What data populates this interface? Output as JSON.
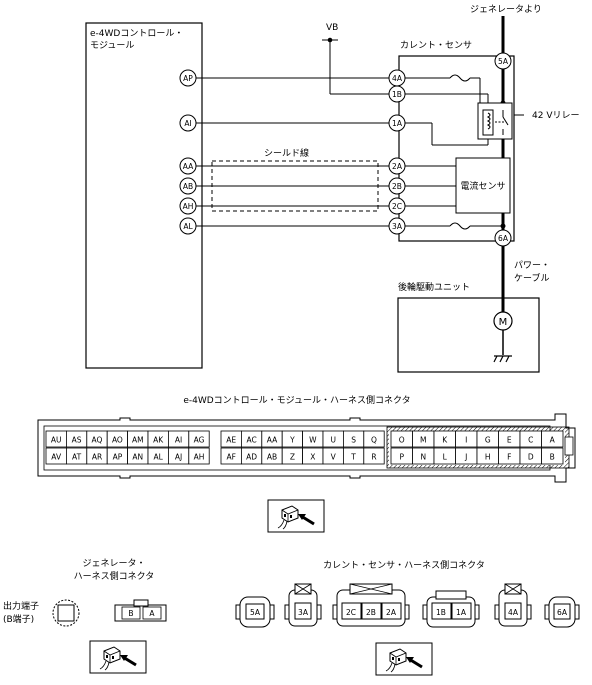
{
  "module": {
    "title_line1": "e-4WDコントロール・",
    "title_line2": "モジュール",
    "pins": [
      "AP",
      "AI",
      "AA",
      "AB",
      "AH",
      "AL"
    ]
  },
  "labels": {
    "generator_from": "ジェネレータより",
    "vb": "VB",
    "current_sensor": "カレント・センサ",
    "relay_42v": "42 Vリレー",
    "shield_wire": "シールド線",
    "current_sensor_inner": "電流センサ",
    "power_cable_line1": "パワー・",
    "power_cable_line2": "ケーブル",
    "rear_drive_unit": "後輪駆動ユニット",
    "motor": "M"
  },
  "sensor_pins": [
    "5A",
    "4A",
    "1B",
    "1A",
    "2A",
    "2B",
    "2C",
    "3A",
    "6A"
  ],
  "module_connector": {
    "title": "e-4WDコントロール・モジュール・ハーネス側コネクタ",
    "upper_left": [
      "AU",
      "AS",
      "AQ",
      "AO",
      "AM",
      "AK",
      "AI",
      "AG"
    ],
    "lower_left": [
      "AV",
      "AT",
      "AR",
      "AP",
      "AN",
      "AL",
      "AJ",
      "AH"
    ],
    "upper_mid": [
      "AE",
      "AC",
      "AA",
      "Y",
      "W",
      "U",
      "S",
      "Q"
    ],
    "lower_mid": [
      "AF",
      "AD",
      "AB",
      "Z",
      "X",
      "V",
      "T",
      "R"
    ],
    "upper_right": [
      "O",
      "M",
      "K",
      "I",
      "G",
      "E",
      "C",
      "A"
    ],
    "lower_right": [
      "P",
      "N",
      "L",
      "J",
      "H",
      "F",
      "D",
      "B"
    ]
  },
  "generator_connector": {
    "title_line1": "ジェネレータ・",
    "title_line2": "ハーネス側コネクタ",
    "output_line1": "出力端子",
    "output_line2": "(B端子)",
    "pins": [
      "B",
      "A"
    ]
  },
  "sensor_connector": {
    "title": "カレント・センサ・ハーネス側コネクタ",
    "c5a": "5A",
    "c3a": "3A",
    "c2": [
      "2C",
      "2B",
      "2A"
    ],
    "c1": [
      "1B",
      "1A"
    ],
    "c4a": "4A",
    "c6a": "6A"
  }
}
